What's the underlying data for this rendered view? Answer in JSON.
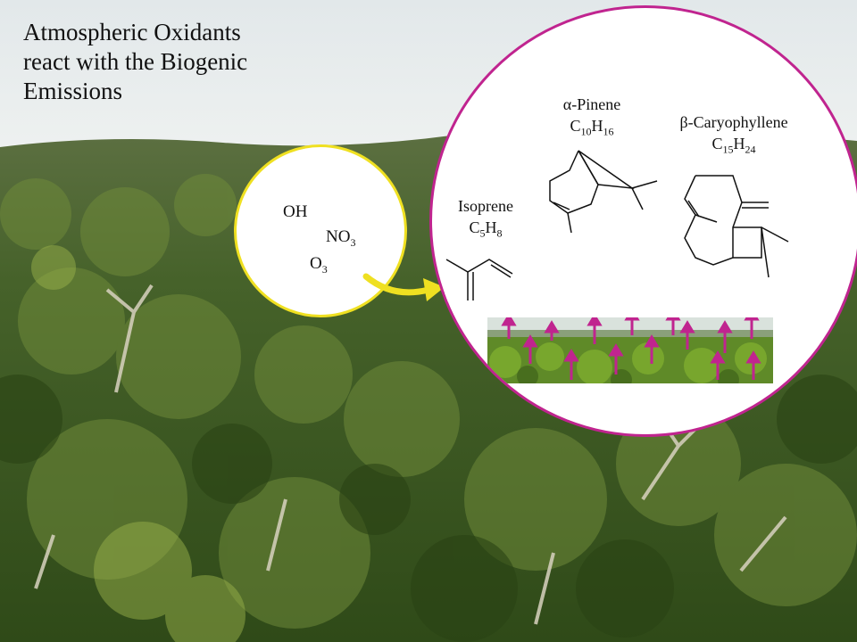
{
  "title": {
    "line1": "Atmospheric Oxidants",
    "line2": "react with the Biogenic",
    "line3": "Emissions"
  },
  "oxidants": {
    "oh": "OH",
    "no3_base": "NO",
    "no3_sub": "3",
    "o3_base": "O",
    "o3_sub": "3"
  },
  "molecules": {
    "isoprene": {
      "name": "Isoprene",
      "c": "C",
      "c_sub": "5",
      "h": "H",
      "h_sub": "8"
    },
    "pinene": {
      "name": "α-Pinene",
      "c": "C",
      "c_sub": "10",
      "h": "H",
      "h_sub": "16"
    },
    "caryophyllene": {
      "name": "β-Caryophyllene",
      "c": "C",
      "c_sub": "15",
      "h": "H",
      "h_sub": "24"
    }
  },
  "colors": {
    "accent_magenta": "#c0248f",
    "accent_yellow": "#efe021"
  }
}
